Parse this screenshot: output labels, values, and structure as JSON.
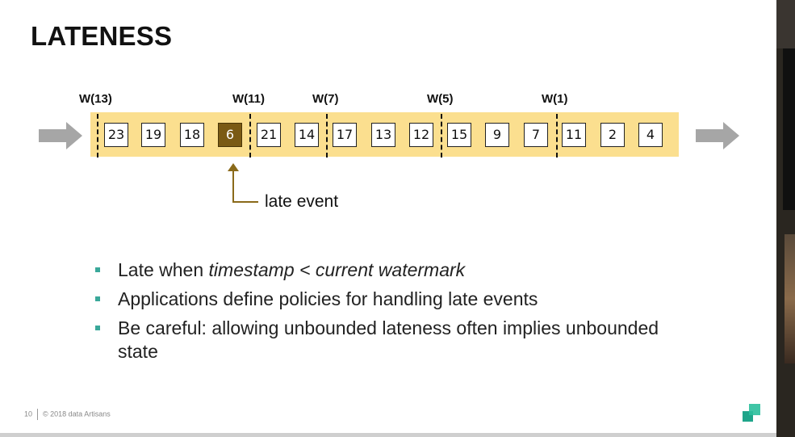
{
  "slide": {
    "title": "LATENESS",
    "footer_page": "10",
    "footer_copyright": "© 2018 data Artisans"
  },
  "colors": {
    "stream_band": "#fbdf8f",
    "late_event": "#7a5a14",
    "late_connector": "#8a6a1a",
    "bullet": "#3aa89a",
    "logo": "#1fa58a"
  },
  "diagram": {
    "events": [
      "23",
      "19",
      "18",
      "6",
      "21",
      "14",
      "17",
      "13",
      "12",
      "15",
      "9",
      "7",
      "11",
      "2",
      "4"
    ],
    "late_event": "6",
    "watermarks": [
      "W(13)",
      "W(11)",
      "W(7)",
      "W(5)",
      "W(1)"
    ],
    "late_label": "late event"
  },
  "bullets": {
    "b1_prefix": "Late when ",
    "b1_italic": "timestamp < current watermark",
    "b2": "Applications define policies for handling late events",
    "b3": "Be careful: allowing unbounded lateness often implies unbounded state"
  }
}
